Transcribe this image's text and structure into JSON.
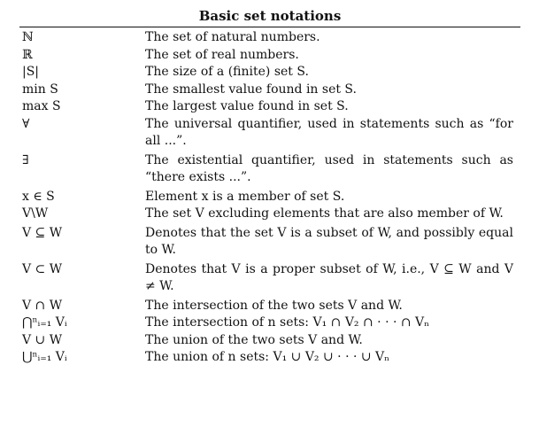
{
  "table": {
    "title": "Basic set notations",
    "rows": [
      {
        "symbol": "ℕ",
        "description": "The set of natural numbers."
      },
      {
        "symbol": "ℝ",
        "description": "The set of real numbers."
      },
      {
        "symbol": "|S|",
        "description": "The size of a (finite) set S."
      },
      {
        "symbol": "min S",
        "description": "The smallest value found in set S."
      },
      {
        "symbol": "max S",
        "description": "The largest value found in set S."
      },
      {
        "symbol": "∀",
        "description": "The universal quantifier, used in statements such as “for all ...”."
      },
      {
        "symbol": "∃",
        "description": "The existential quantifier, used in statements such as “there exists ...”."
      },
      {
        "symbol": "x ∈ S",
        "description": "Element x is a member of set S."
      },
      {
        "symbol": "V\\W",
        "description": "The set V excluding elements that are also member of W."
      },
      {
        "symbol": "V ⊆ W",
        "description": "Denotes that the set V is a subset of W, and possibly equal to W."
      },
      {
        "symbol": "V ⊂ W",
        "description": "Denotes that V is a proper subset of W, i.e., V ⊆ W and V ≠ W."
      },
      {
        "symbol": "V ∩ W",
        "description": "The intersection of the two sets V and W."
      },
      {
        "symbol": "⋂ⁿᵢ₌₁ Vᵢ",
        "description": "The intersection of n sets: V₁ ∩ V₂ ∩ · · · ∩ Vₙ"
      },
      {
        "symbol": "V ∪ W",
        "description": "The union of the two sets V and W."
      },
      {
        "symbol": "⋃ⁿᵢ₌₁ Vᵢ",
        "description": "The union of n sets: V₁ ∪ V₂ ∪ · · · ∪ Vₙ"
      }
    ]
  }
}
